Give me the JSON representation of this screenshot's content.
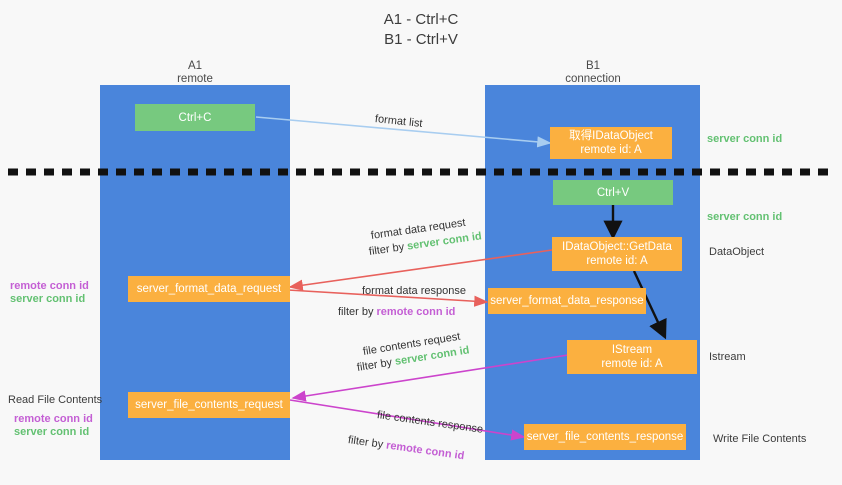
{
  "title": {
    "line1": "A1 - Ctrl+C",
    "line2": "B1 - Ctrl+V"
  },
  "colors": {
    "lane": "#4a85db",
    "green_node": "#77c97f",
    "orange_node": "#fbb040",
    "server_conn": "#63c172",
    "remote_conn": "#c45fd4",
    "format_list_arrow": "#a8cdf0",
    "format_data_arrow": "#e8615c",
    "file_contents_arrow": "#cc44cc",
    "flow_arrow": "#111111",
    "divider": "#111111",
    "background": "#f8f8f8"
  },
  "columns": [
    {
      "name": "A1",
      "sub": "remote"
    },
    {
      "name": "B1",
      "sub": "connection"
    }
  ],
  "nodes": {
    "ctrl_c": {
      "label": "Ctrl+C"
    },
    "ctrl_v": {
      "label": "Ctrl+V"
    },
    "get_idataobject": {
      "line1": "取得IDataObject",
      "line2": "remote id: A"
    },
    "idataobject_getdata": {
      "line1": "IDataObject::GetData",
      "line2": "remote id: A"
    },
    "istream": {
      "line1": "IStream",
      "line2": "remote id: A"
    },
    "server_format_data_request": {
      "label": "server_format_data_request"
    },
    "server_format_data_response": {
      "label": "server_format_data_response"
    },
    "server_file_contents_request": {
      "label": "server_file_contents_request"
    },
    "server_file_contents_response": {
      "label": "server_file_contents_response"
    }
  },
  "right_labels": {
    "server_conn_id_top": "server conn id",
    "server_conn_id_second": "server conn id",
    "dataobject": "DataObject",
    "istream": "Istream",
    "write_file_contents": "Write File Contents"
  },
  "left_labels": {
    "remote_conn_id_upper": "remote conn id",
    "server_conn_id_upper": "server conn id",
    "read_file_contents": "Read File Contents",
    "remote_conn_id_lower": "remote conn id",
    "server_conn_id_lower": "server conn id"
  },
  "edge_labels": {
    "format_list": "format list",
    "format_data_request": "format data request",
    "format_data_request_filter_prefix": "filter by",
    "format_data_request_filter_value": "server conn id",
    "format_data_response": "format data response",
    "format_data_response_filter_prefix": "filter by",
    "format_data_response_filter_value": "remote conn id",
    "file_contents_request": "file contents request",
    "file_contents_request_filter_prefix": "filter by",
    "file_contents_request_filter_value": "server conn id",
    "file_contents_response": "file contents response",
    "file_contents_response_filter_prefix": "filter by",
    "file_contents_response_filter_value": "remote conn id"
  }
}
